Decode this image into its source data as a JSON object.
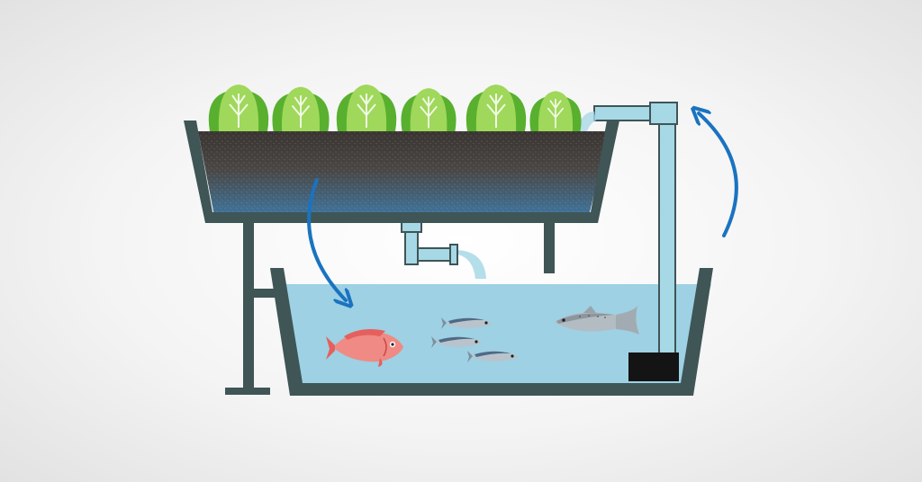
{
  "diagram": {
    "components": [
      "grow-bed",
      "plants",
      "gravel-media",
      "drain-pipe",
      "fish-tank",
      "water",
      "fish",
      "water-pump",
      "return-pipe",
      "flow-arrows"
    ],
    "plant_count": 6,
    "fish": [
      {
        "kind": "red-snapper"
      },
      {
        "kind": "sardine"
      },
      {
        "kind": "sardine"
      },
      {
        "kind": "sardine"
      },
      {
        "kind": "salmon"
      }
    ],
    "flow": [
      "grow-bed-to-fish-tank",
      "fish-tank-to-grow-bed"
    ]
  },
  "colors": {
    "frame": "#3f5556",
    "soil": "#3e3a36",
    "soil_wet": "#3f6f96",
    "water": "#9dd1e3",
    "pipe": "#a7d8e6",
    "pipe_stroke": "#3f5556",
    "arrow": "#1a73c0",
    "lettuce_dark": "#58b02e",
    "lettuce_light": "#9fd85a",
    "pump": "#141414"
  }
}
